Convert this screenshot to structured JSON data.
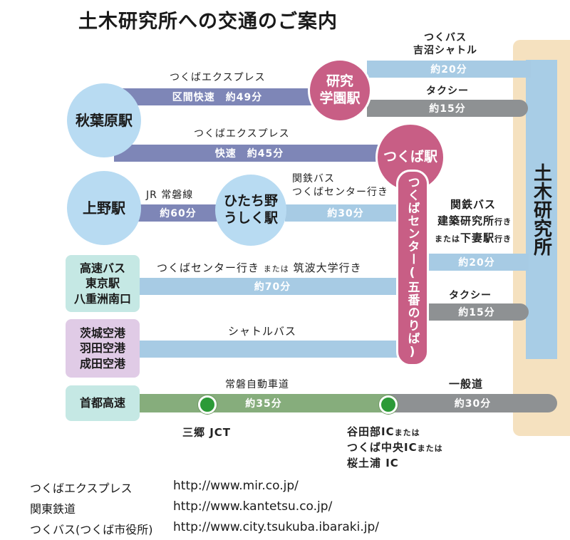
{
  "title": "土木研究所への交通のご案内",
  "destination": "土木研究所",
  "stations": {
    "akihabara": "秋葉原駅",
    "ueno": "上野駅",
    "kenkyu_line1": "研究",
    "kenkyu_line2": "学園駅",
    "tsukuba": "つくば駅",
    "hitachino_line1": "ひたち野",
    "hitachino_line2": "うしく駅",
    "tsukuba_center": "つくばセンター(五番のりば)"
  },
  "origins": {
    "highway_bus": [
      "高速バス",
      "東京駅",
      "八重洲南口"
    ],
    "airports": [
      "茨城空港",
      "羽田空港",
      "成田空港"
    ],
    "shuto": "首都高速"
  },
  "routes": {
    "tx_rapid_label": "つくばエクスプレス",
    "tx_rapid_bar": "区間快速　約49分",
    "tx_express_label": "つくばエクスプレス",
    "tx_express_bar": "快速　約45分",
    "jr_label": "JR 常磐線",
    "jr_bar": "約60分",
    "kanto_bus1_line1": "関鉄バス",
    "kanto_bus1_line2": "つくばセンター行き",
    "kanto_bus1_bar": "約30分",
    "highway_label_a": "つくばセンター行き",
    "highway_label_or": "または",
    "highway_label_b": "筑波大学行き",
    "highway_bar": "約70分",
    "shuttle_label": "シャトルバス",
    "joban_label": "常磐自動車道",
    "joban_bar": "約35分",
    "ippan_label": "一般道",
    "ippan_bar": "約30分",
    "tsukubus_line1": "つくバス",
    "tsukubus_line2": "吉沼シャトル",
    "tsukubus_bar": "約20分",
    "taxi1_label": "タクシー",
    "taxi1_bar": "約15分",
    "kanto_bus2_line1": "関鉄バス",
    "kanto_bus2_a": "建築研究所",
    "kanto_bus2_a_suffix": "行き",
    "kanto_bus2_or": "または",
    "kanto_bus2_b": "下妻駅",
    "kanto_bus2_b_suffix": "行き",
    "kanto_bus2_bar": "約20分",
    "taxi2_label": "タクシー",
    "taxi2_bar": "約15分"
  },
  "interchanges": {
    "misato": "三郷 JCT",
    "ic_line1_a": "谷田部IC",
    "ic_line1_or": "または",
    "ic_line2_a": "つくば中央IC",
    "ic_line2_or": "または",
    "ic_line3": "桜土浦 IC"
  },
  "links": [
    {
      "name": "つくばエクスプレス",
      "url": "http://www.mir.co.jp/"
    },
    {
      "name": "関東鉄道",
      "url": "http://www.kantetsu.co.jp/"
    },
    {
      "name": "つくバス(つくば市役所)",
      "url": "http://www.city.tsukuba.ibaraki.jp/"
    }
  ],
  "colors": {
    "blue_bar": "#a7cbe4",
    "purple_bar": "#7e86b7",
    "gray_bar": "#8e9193",
    "green_bar": "#86ad7c",
    "station_pink": "#c85e85",
    "destination_bg": "#f5e1bf"
  }
}
